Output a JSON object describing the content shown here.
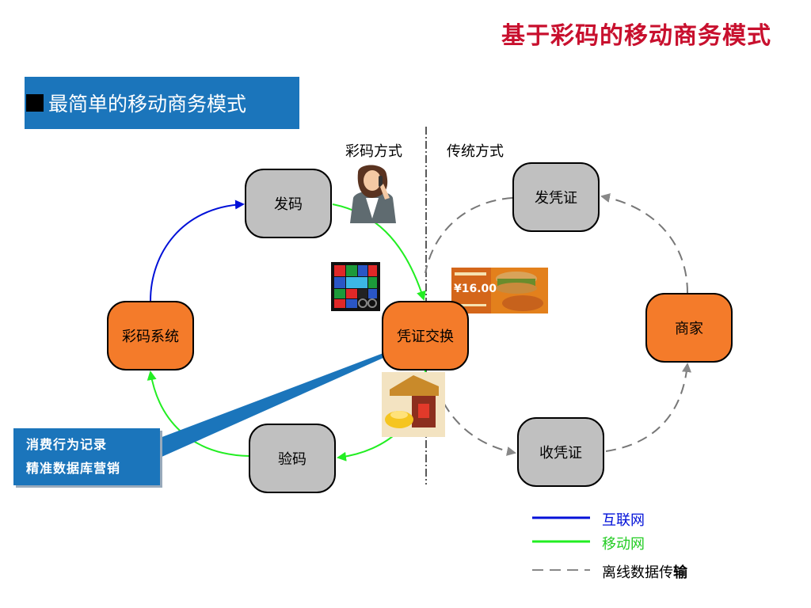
{
  "title": "基于彩码的移动商务模式",
  "banner": {
    "text": "最简单的移动商务模式"
  },
  "columns": {
    "left": "彩码方式",
    "right": "传统方式"
  },
  "nodes": {
    "fama": "发码",
    "caima_system": "彩码系统",
    "pingzheng_exchange": "凭证交换",
    "yanma": "验码",
    "fa_pingzheng": "发凭证",
    "shangjia": "商家",
    "shou_pingzheng": "收凭证"
  },
  "consumer_box": {
    "line1": "消费行为记录",
    "line2": "精准数据库营销"
  },
  "promo": {
    "price": "¥16.00"
  },
  "legend": {
    "internet": "互联网",
    "mobile": "移动网",
    "offline_prefix": "离线数据传",
    "offline_bold": "输"
  },
  "colors": {
    "title": "#c8102e",
    "banner": "#1b75bb",
    "node_gray": "#c0c0c0",
    "node_orange": "#f47b2a",
    "internet": "#0010d8",
    "mobile": "#22ee22",
    "offline": "#777777"
  }
}
